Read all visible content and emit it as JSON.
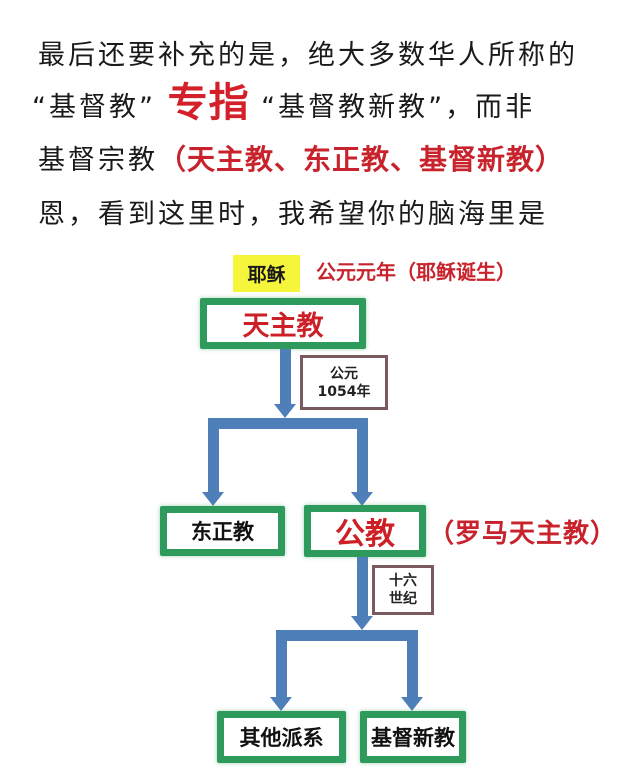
{
  "intro": {
    "line1": "最后还要补充的是，绝大多数华人所称的",
    "line2_part1": "“基督教”",
    "line2_emphasis": "专指",
    "line2_part2": "“基督教新教”，而非",
    "line3_part1": "基督宗教",
    "line3_red": "（天主教、东正教、基督新教）",
    "line4": "恩，看到这里时，我希望你的脑海里是"
  },
  "diagram": {
    "origin": {
      "label": "耶稣",
      "highlight_color": "#f5f53c"
    },
    "origin_note": "公元元年（耶稣诞生）",
    "root": {
      "label": "天主教",
      "text_color": "#cc1f26"
    },
    "split1_tag": {
      "line1": "公元",
      "line2": "1054年"
    },
    "branch_left": {
      "label": "东正教"
    },
    "branch_right": {
      "label": "公教",
      "text_color": "#cc1f26"
    },
    "branch_right_note": "（罗马天主教）",
    "split2_tag": {
      "line1": "十六",
      "line2": "世纪"
    },
    "leaf_left": {
      "label": "其他派系"
    },
    "leaf_right": {
      "label": "基督新教"
    },
    "colors": {
      "node_border": "#2e9a5c",
      "connector": "#4f7fb8",
      "tag_border": "#7a5a5e",
      "accent_red": "#c8232c"
    }
  }
}
